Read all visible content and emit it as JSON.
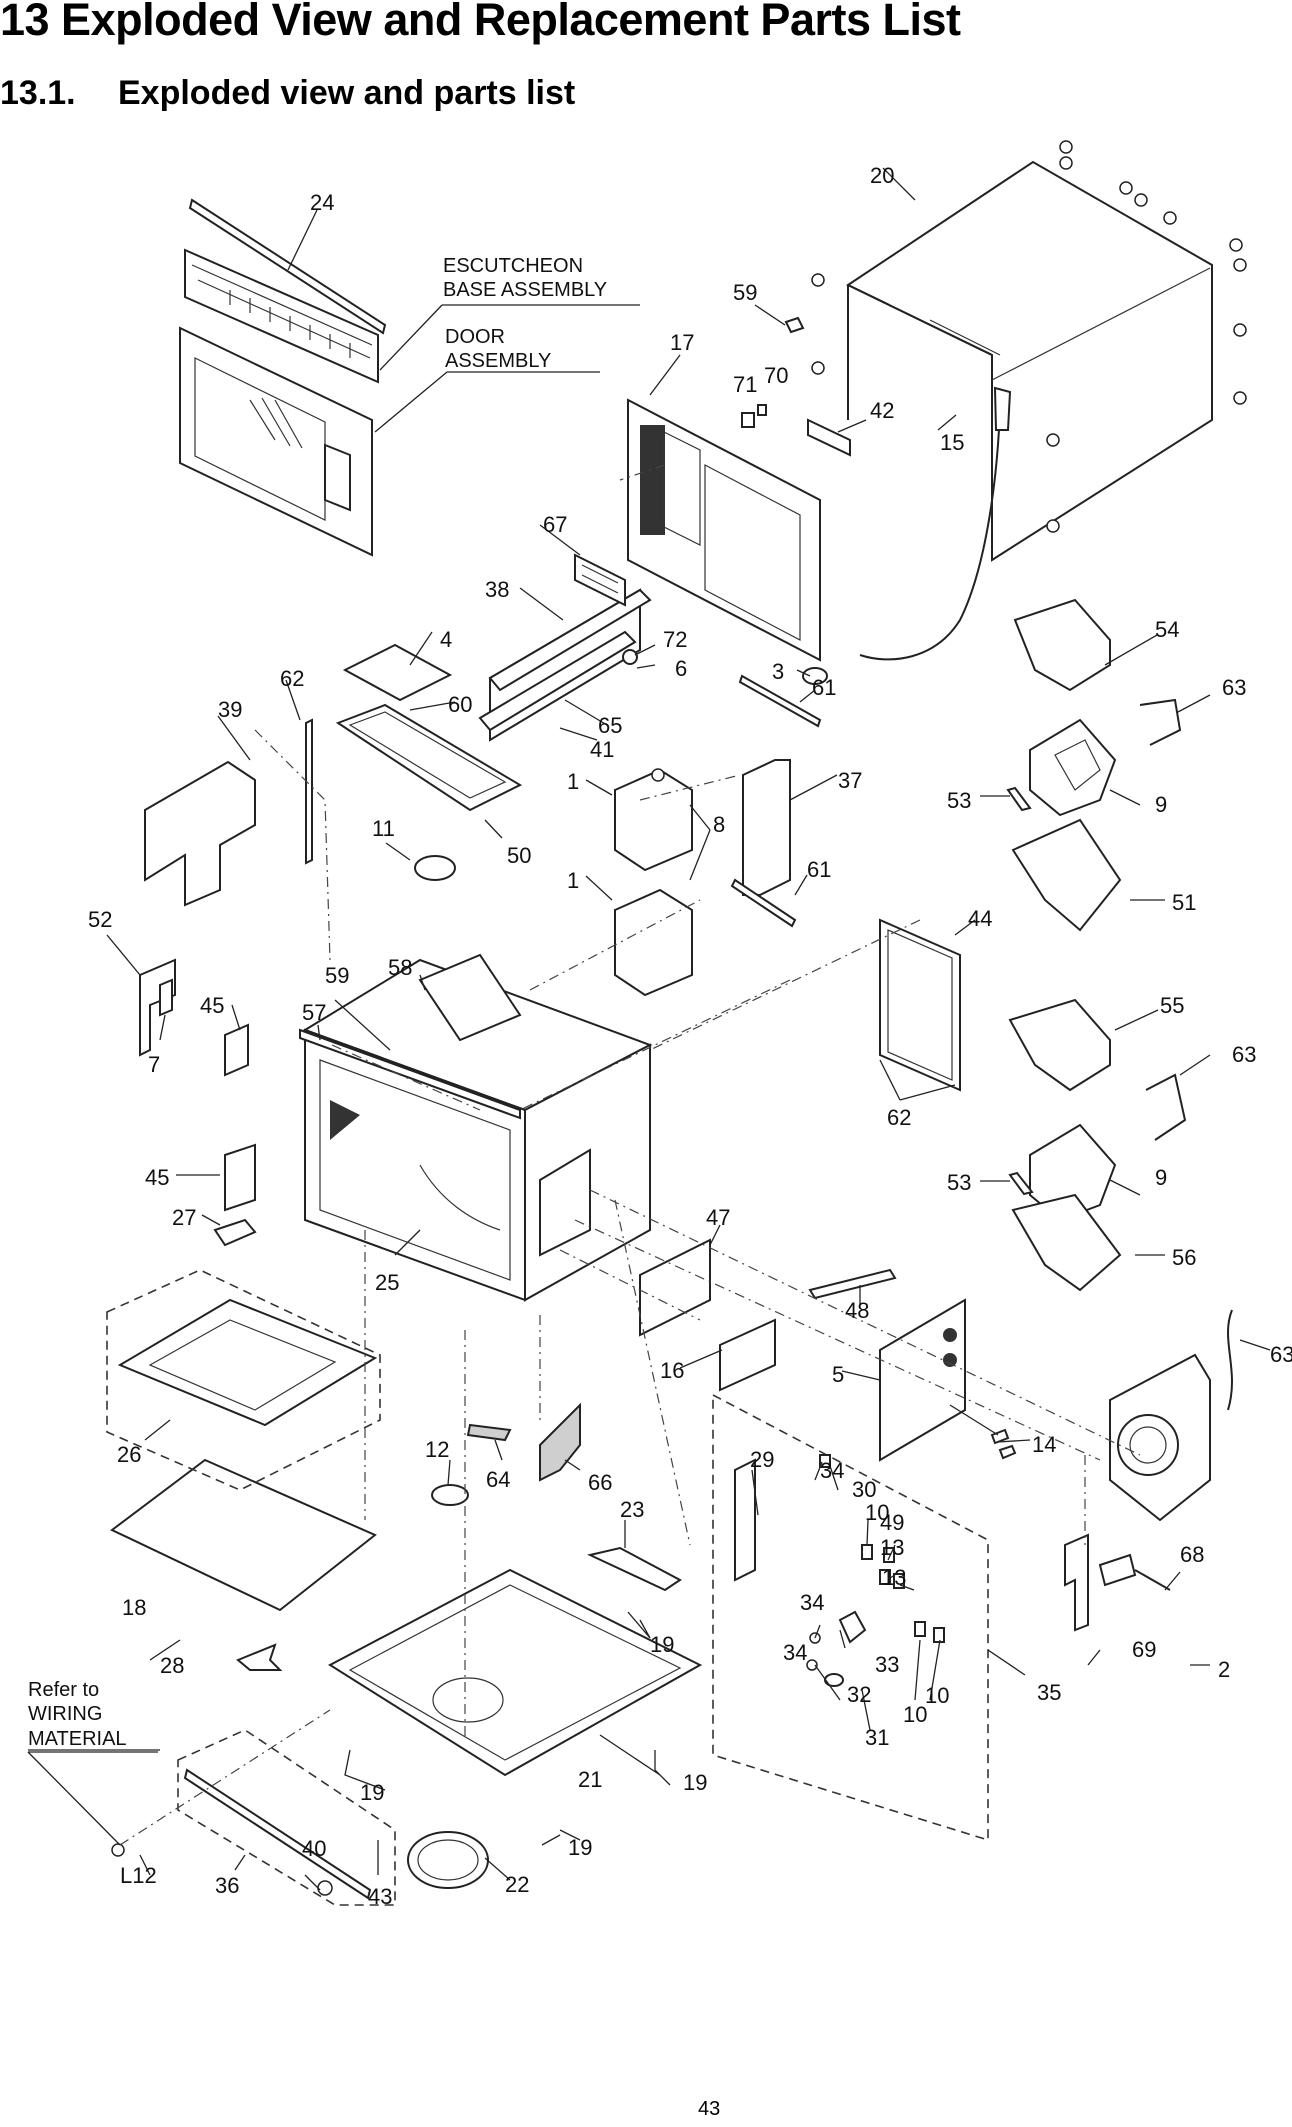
{
  "document": {
    "section_title": "13 Exploded View and Replacement Parts List",
    "subsection_number": "13.1.",
    "subsection_title": "Exploded view and parts list",
    "page_number": "43"
  },
  "diagram": {
    "subject": "Microwave oven exploded view",
    "assembly_labels": {
      "escutcheon_line1": "ESCUTCHEON",
      "escutcheon_line2": "BASE ASSEMBLY",
      "door_line1": "DOOR",
      "door_line2": "ASSEMBLY",
      "wiring_line1": "Refer to",
      "wiring_line2": "WIRING",
      "wiring_line3": "MATERIAL"
    },
    "callouts": [
      {
        "id": "c24",
        "label": "24"
      },
      {
        "id": "c20",
        "label": "20"
      },
      {
        "id": "c59a",
        "label": "59"
      },
      {
        "id": "c17",
        "label": "17"
      },
      {
        "id": "c71",
        "label": "71"
      },
      {
        "id": "c70",
        "label": "70"
      },
      {
        "id": "c42",
        "label": "42"
      },
      {
        "id": "c15",
        "label": "15"
      },
      {
        "id": "c67",
        "label": "67"
      },
      {
        "id": "c38",
        "label": "38"
      },
      {
        "id": "c72",
        "label": "72"
      },
      {
        "id": "c6",
        "label": "6"
      },
      {
        "id": "c4",
        "label": "4"
      },
      {
        "id": "c60",
        "label": "60"
      },
      {
        "id": "c65",
        "label": "65"
      },
      {
        "id": "c41",
        "label": "41"
      },
      {
        "id": "c3",
        "label": "3"
      },
      {
        "id": "c61a",
        "label": "61"
      },
      {
        "id": "c54",
        "label": "54"
      },
      {
        "id": "c63a",
        "label": "63"
      },
      {
        "id": "c62a",
        "label": "62"
      },
      {
        "id": "c39",
        "label": "39"
      },
      {
        "id": "c1a",
        "label": "1"
      },
      {
        "id": "c8",
        "label": "8"
      },
      {
        "id": "c37",
        "label": "37"
      },
      {
        "id": "c53a",
        "label": "53"
      },
      {
        "id": "c9a",
        "label": "9"
      },
      {
        "id": "c11",
        "label": "11"
      },
      {
        "id": "c50",
        "label": "50"
      },
      {
        "id": "c1b",
        "label": "1"
      },
      {
        "id": "c61b",
        "label": "61"
      },
      {
        "id": "c51",
        "label": "51"
      },
      {
        "id": "c63b",
        "label": "63"
      },
      {
        "id": "c52",
        "label": "52"
      },
      {
        "id": "c44",
        "label": "44"
      },
      {
        "id": "c7",
        "label": "7"
      },
      {
        "id": "c45a",
        "label": "45"
      },
      {
        "id": "c59b",
        "label": "59"
      },
      {
        "id": "c58",
        "label": "58"
      },
      {
        "id": "c57",
        "label": "57"
      },
      {
        "id": "c55",
        "label": "55"
      },
      {
        "id": "c63c",
        "label": "63"
      },
      {
        "id": "c62b",
        "label": "62"
      },
      {
        "id": "c45b",
        "label": "45"
      },
      {
        "id": "c53b",
        "label": "53"
      },
      {
        "id": "c9b",
        "label": "9"
      },
      {
        "id": "c27",
        "label": "27"
      },
      {
        "id": "c47",
        "label": "47"
      },
      {
        "id": "c56",
        "label": "56"
      },
      {
        "id": "c25",
        "label": "25"
      },
      {
        "id": "c48",
        "label": "48"
      },
      {
        "id": "c16",
        "label": "16"
      },
      {
        "id": "c5",
        "label": "5"
      },
      {
        "id": "c14",
        "label": "14"
      },
      {
        "id": "c63d",
        "label": "63"
      },
      {
        "id": "c26",
        "label": "26"
      },
      {
        "id": "c12",
        "label": "12"
      },
      {
        "id": "c64",
        "label": "64"
      },
      {
        "id": "c66",
        "label": "66"
      },
      {
        "id": "c29",
        "label": "29"
      },
      {
        "id": "c34a",
        "label": "34"
      },
      {
        "id": "c30",
        "label": "30"
      },
      {
        "id": "c10a",
        "label": "10"
      },
      {
        "id": "c49",
        "label": "49"
      },
      {
        "id": "c13a",
        "label": "13"
      },
      {
        "id": "c13b",
        "label": "13"
      },
      {
        "id": "c2",
        "label": "2"
      },
      {
        "id": "c23",
        "label": "23"
      },
      {
        "id": "c68",
        "label": "68"
      },
      {
        "id": "c18",
        "label": "18"
      },
      {
        "id": "c19a",
        "label": "19"
      },
      {
        "id": "c34b",
        "label": "34"
      },
      {
        "id": "c33",
        "label": "33"
      },
      {
        "id": "c69",
        "label": "69"
      },
      {
        "id": "c28",
        "label": "28"
      },
      {
        "id": "c34c",
        "label": "34"
      },
      {
        "id": "c32",
        "label": "32"
      },
      {
        "id": "c10b",
        "label": "10"
      },
      {
        "id": "c10c",
        "label": "10"
      },
      {
        "id": "c35",
        "label": "35"
      },
      {
        "id": "c31",
        "label": "31"
      },
      {
        "id": "c19b",
        "label": "19"
      },
      {
        "id": "c21",
        "label": "21"
      },
      {
        "id": "c19c",
        "label": "19"
      },
      {
        "id": "cL12",
        "label": "L12"
      },
      {
        "id": "c40",
        "label": "40"
      },
      {
        "id": "c36",
        "label": "36"
      },
      {
        "id": "c43",
        "label": "43"
      },
      {
        "id": "c22",
        "label": "22"
      },
      {
        "id": "c19d",
        "label": "19"
      }
    ]
  }
}
